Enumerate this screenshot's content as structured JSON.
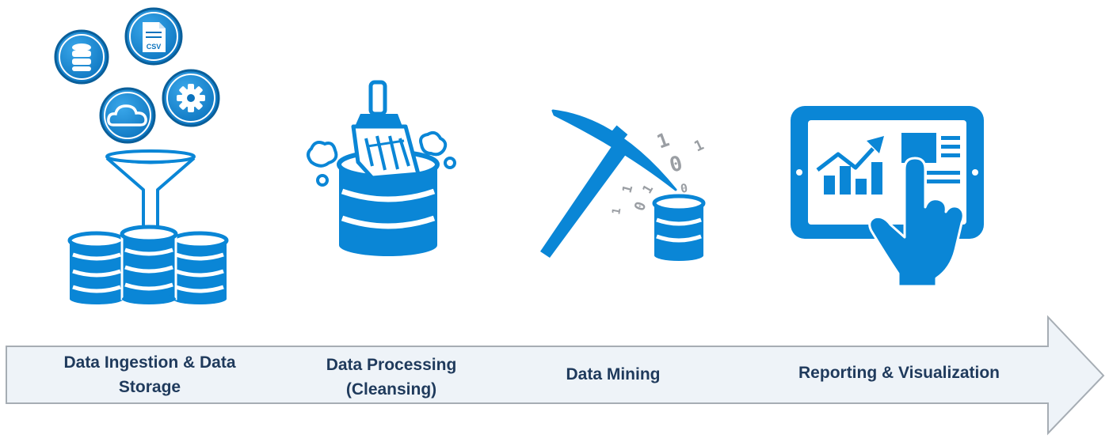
{
  "pipeline": {
    "colors": {
      "accent": "#0a86d6",
      "accent_dark": "#0a5f9a",
      "arrow_fill": "#eef3f8",
      "arrow_stroke": "#a6adb4",
      "label": "#1f3a5c",
      "digits": "#9a9ea3"
    },
    "stages": [
      {
        "label": "Data Ingestion & Data Storage",
        "icon": "funnel-databases-icon",
        "sources": [
          "database-icon",
          "csv-file-icon",
          "cloud-icon",
          "gear-icon"
        ],
        "source_text": "CSV"
      },
      {
        "label": "Data Processing (Cleansing)",
        "icon": "brush-database-icon"
      },
      {
        "label": "Data Mining",
        "icon": "pickaxe-database-icon",
        "digits": [
          "1",
          "0",
          "1",
          "0",
          "1",
          "1",
          "0",
          "1"
        ]
      },
      {
        "label": "Reporting & Visualization",
        "icon": "tablet-chart-touch-icon"
      }
    ]
  }
}
